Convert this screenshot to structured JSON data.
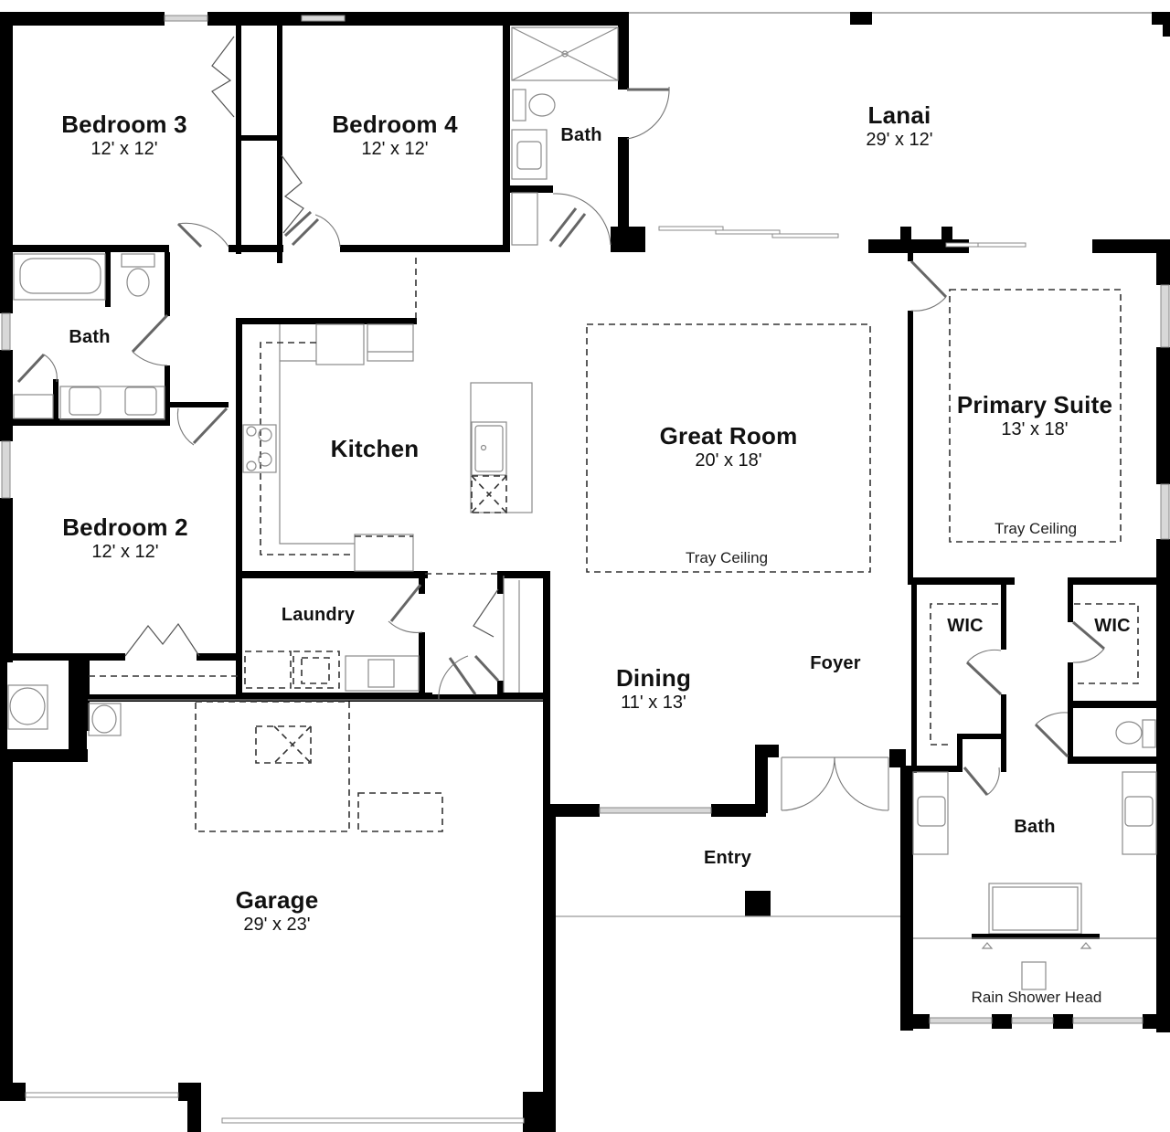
{
  "floor_plan": {
    "rooms": [
      {
        "id": "bedroom3",
        "name": "Bedroom 3",
        "dimensions": "12' x 12'"
      },
      {
        "id": "bedroom4",
        "name": "Bedroom 4",
        "dimensions": "12' x 12'"
      },
      {
        "id": "bath_upper",
        "name": "Bath"
      },
      {
        "id": "lanai",
        "name": "Lanai",
        "dimensions": "29' x 12'"
      },
      {
        "id": "bath_hall",
        "name": "Bath"
      },
      {
        "id": "kitchen",
        "name": "Kitchen"
      },
      {
        "id": "great_room",
        "name": "Great Room",
        "dimensions": "20' x 18'",
        "note": "Tray Ceiling"
      },
      {
        "id": "primary_suite",
        "name": "Primary Suite",
        "dimensions": "13' x 18'",
        "note": "Tray Ceiling"
      },
      {
        "id": "bedroom2",
        "name": "Bedroom 2",
        "dimensions": "12' x 12'"
      },
      {
        "id": "laundry",
        "name": "Laundry"
      },
      {
        "id": "dining",
        "name": "Dining",
        "dimensions": "11' x 13'"
      },
      {
        "id": "foyer",
        "name": "Foyer"
      },
      {
        "id": "wic_left",
        "name": "WIC"
      },
      {
        "id": "wic_right",
        "name": "WIC"
      },
      {
        "id": "primary_bath",
        "name": "Bath",
        "note": "Rain Shower Head"
      },
      {
        "id": "entry",
        "name": "Entry"
      },
      {
        "id": "garage",
        "name": "Garage",
        "dimensions": "29' x 23'"
      }
    ],
    "colors": {
      "wall": "#000000",
      "fixture_line": "#8a8a8a",
      "background": "#ffffff"
    }
  }
}
